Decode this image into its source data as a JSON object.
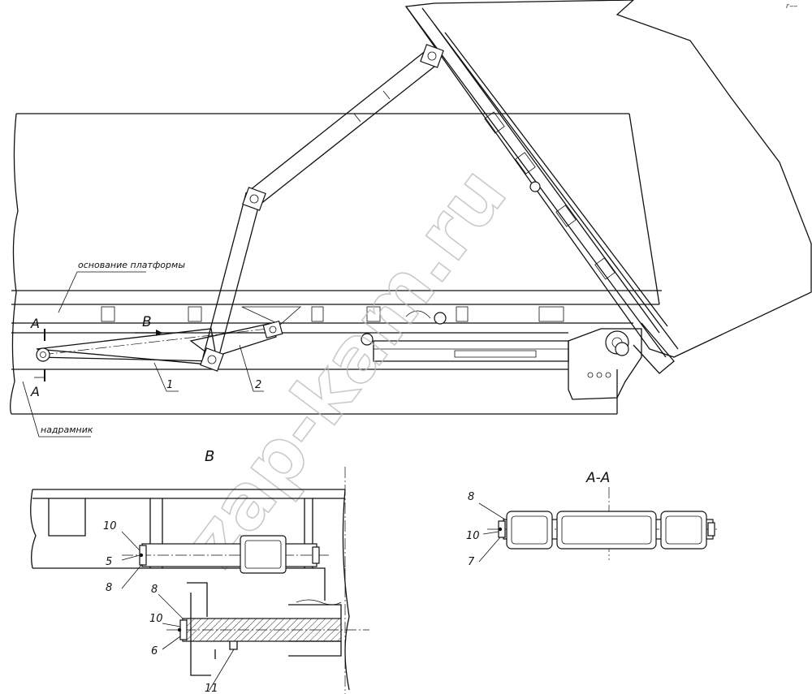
{
  "watermark": "zap-kam.ru",
  "main_view": {
    "platform_base_label": "основание платформы",
    "subframe_label": "надрамник",
    "section_mark": "A",
    "view_arrow_label": "B",
    "callout_1": "1",
    "callout_2": "2"
  },
  "view_b": {
    "title": "B",
    "callouts": [
      "10",
      "5",
      "8",
      "8",
      "10",
      "6",
      "11"
    ]
  },
  "section_a_a": {
    "title": "A-A",
    "callouts": [
      "8",
      "10",
      "7"
    ]
  },
  "corner_mark": "г‒‒"
}
